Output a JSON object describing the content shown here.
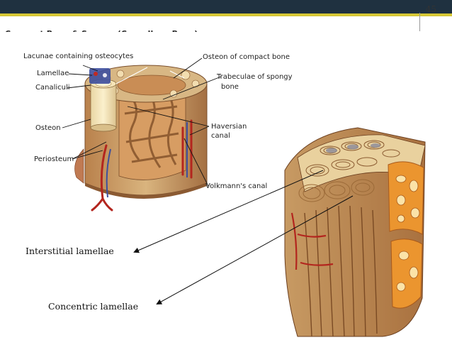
{
  "slide": {
    "number": "45",
    "title": "Compact Bone & Spongy (Cancellous Bone)"
  },
  "diagram1": {
    "labels": {
      "lacunae": "Lacunae containing osteocytes",
      "lamellae": "Lamellae",
      "canaliculi": "Canaliculi",
      "osteon": "Osteon",
      "periosteum": "Periosteum",
      "osteon_compact": "Osteon of compact bone",
      "trabeculae_1": "Trabeculae of spongy",
      "trabeculae_2": "bone",
      "haversian_1": "Haversian",
      "haversian_2": "canal",
      "volkmann": "Volkmann's canal"
    }
  },
  "annotations": {
    "interstitial": "Interstitial lamellae",
    "concentric": "Concentric lamellae"
  },
  "colors": {
    "topbar": "#1f3140",
    "accent": "#d6c735",
    "bone_light": "#f3e3b5",
    "bone_tan": "#c9a270",
    "bone_brown": "#8b5a32",
    "spongy_orange": "#e8902e",
    "vessel_red": "#b3251e",
    "vessel_blue": "#3d4f9e"
  }
}
